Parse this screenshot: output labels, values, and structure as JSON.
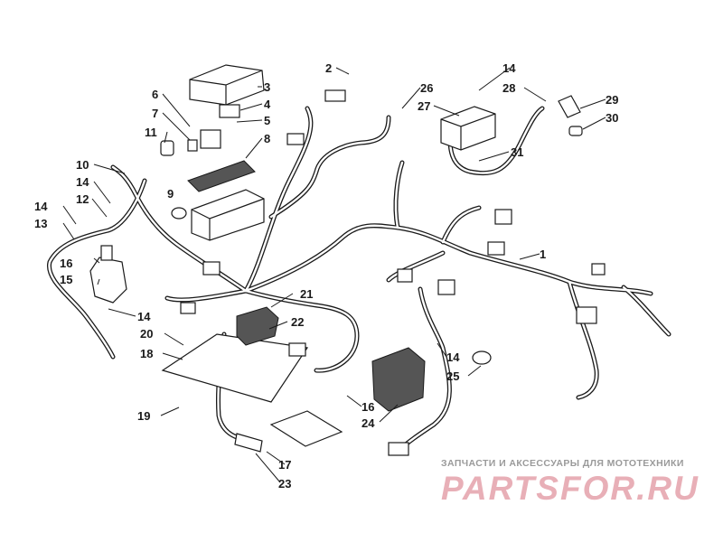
{
  "callouts": [
    {
      "id": "c1",
      "text": "1"
    },
    {
      "id": "c2",
      "text": "2"
    },
    {
      "id": "c3",
      "text": "3"
    },
    {
      "id": "c4",
      "text": "4"
    },
    {
      "id": "c5",
      "text": "5"
    },
    {
      "id": "c6",
      "text": "6"
    },
    {
      "id": "c7",
      "text": "7"
    },
    {
      "id": "c8",
      "text": "8"
    },
    {
      "id": "c9",
      "text": "9"
    },
    {
      "id": "c10",
      "text": "10"
    },
    {
      "id": "c11",
      "text": "11"
    },
    {
      "id": "c12",
      "text": "12"
    },
    {
      "id": "c13",
      "text": "13"
    },
    {
      "id": "c14a",
      "text": "14"
    },
    {
      "id": "c14b",
      "text": "14"
    },
    {
      "id": "c14c",
      "text": "14"
    },
    {
      "id": "c14d",
      "text": "14"
    },
    {
      "id": "c14e",
      "text": "14"
    },
    {
      "id": "c15",
      "text": "15"
    },
    {
      "id": "c16a",
      "text": "16"
    },
    {
      "id": "c16b",
      "text": "16"
    },
    {
      "id": "c17",
      "text": "17"
    },
    {
      "id": "c18",
      "text": "18"
    },
    {
      "id": "c19",
      "text": "19"
    },
    {
      "id": "c20",
      "text": "20"
    },
    {
      "id": "c21",
      "text": "21"
    },
    {
      "id": "c22",
      "text": "22"
    },
    {
      "id": "c23",
      "text": "23"
    },
    {
      "id": "c24",
      "text": "24"
    },
    {
      "id": "c25",
      "text": "25"
    },
    {
      "id": "c26",
      "text": "26"
    },
    {
      "id": "c27",
      "text": "27"
    },
    {
      "id": "c28",
      "text": "28"
    },
    {
      "id": "c29",
      "text": "29"
    },
    {
      "id": "c30",
      "text": "30"
    },
    {
      "id": "c31",
      "text": "31"
    }
  ],
  "watermark": {
    "subtitle": "ЗАПЧАСТИ И АКСЕССУАРЫ ДЛЯ МОТОТЕХНИКИ",
    "logo": "PARTSFOR.RU"
  }
}
